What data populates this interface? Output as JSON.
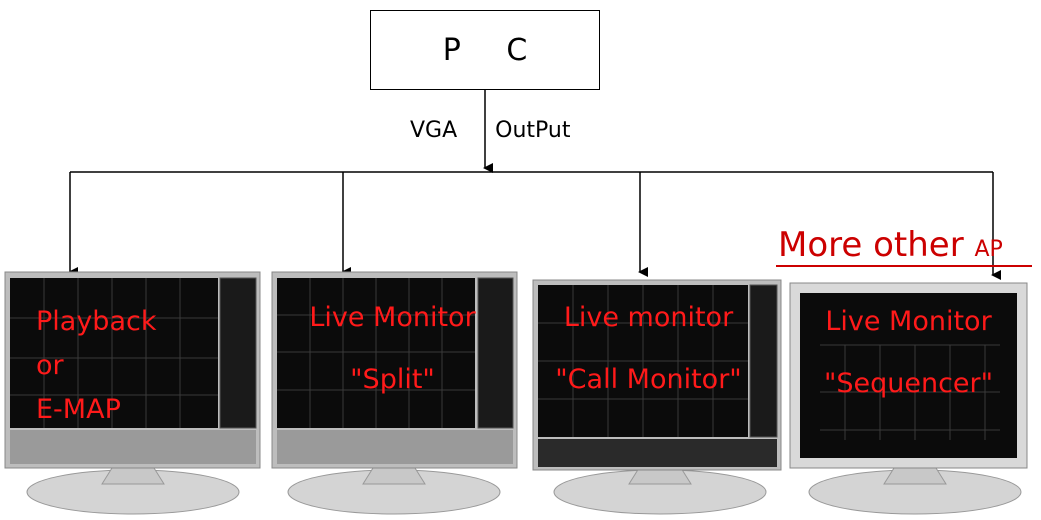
{
  "pc": {
    "label": "P C"
  },
  "connection": {
    "label": "VGA  OutPut"
  },
  "more_other": {
    "main": "More other ",
    "suffix": "AP"
  },
  "monitors": [
    {
      "lines": [
        "Playback",
        "or",
        "E-MAP"
      ]
    },
    {
      "lines": [
        "Live Monitor",
        "\"Split\""
      ]
    },
    {
      "lines": [
        "Live monitor",
        "\"Call Monitor\""
      ]
    },
    {
      "lines": [
        "Live Monitor",
        "\"Sequencer\""
      ]
    }
  ],
  "colors": {
    "label_red": "#ff1a1a",
    "accent_red": "#cc0000",
    "screen_black": "#0b0b0b",
    "stand_gray": "#d4d4d4"
  }
}
